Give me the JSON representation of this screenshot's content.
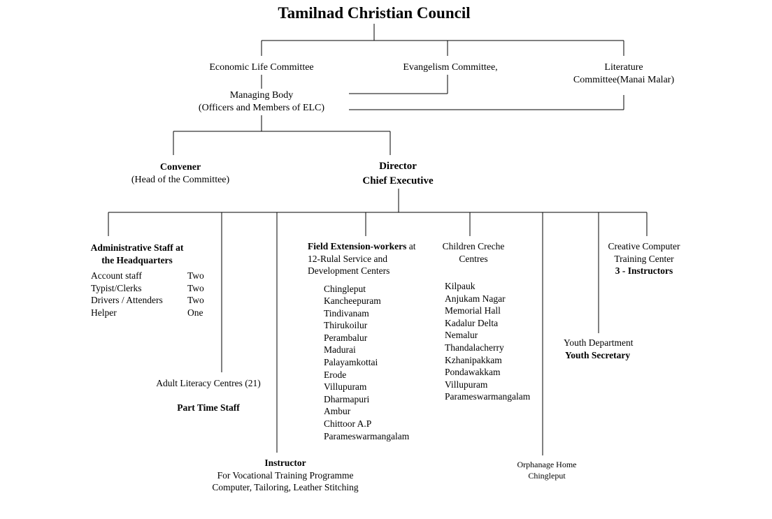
{
  "title": "Tamilnad Christian Council",
  "committees": {
    "economic": "Economic Life Committee",
    "evangelism": "Evangelism Committee,",
    "literature": [
      "Literature",
      "Committee(Manai Malar)"
    ]
  },
  "managing_body": [
    "Managing Body",
    "(Officers and Members of ELC)"
  ],
  "convener": {
    "title": "Convener",
    "subtitle": "(Head of the Committee)"
  },
  "director": {
    "title": "Director",
    "subtitle": "Chief Executive"
  },
  "admin_staff": {
    "heading": [
      "Administrative Staff at",
      "the Headquarters"
    ],
    "rows": [
      {
        "role": "Account staff",
        "count": "Two"
      },
      {
        "role": "Typist/Clerks",
        "count": "Two"
      },
      {
        "role": "Drivers / Attenders",
        "count": "Two"
      },
      {
        "role": "Helper",
        "count": "One"
      }
    ]
  },
  "adult_literacy": {
    "title": "Adult Literacy Centres (21)",
    "subtitle": "Part Time Staff"
  },
  "instructor": {
    "title": "Instructor",
    "lines": [
      "For Vocational Training Programme",
      "Computer, Tailoring, Leather Stitching"
    ]
  },
  "field_extension": {
    "heading_bold": "Field Extension-workers",
    "heading_rest": " at",
    "heading_lines": [
      "12-Rulal Service and",
      "Development Centers"
    ],
    "centers": [
      "Chingleput",
      "Kancheepuram",
      "Tindivanam",
      "Thirukoilur",
      "Perambalur",
      "Madurai",
      "Palayamkottai",
      "Erode",
      "Villupuram",
      "Dharmapuri",
      "Ambur",
      "Chittoor A.P",
      "Parameswarmangalam"
    ]
  },
  "creche": {
    "heading": [
      "Children Creche",
      "Centres"
    ],
    "centres": [
      "Kilpauk",
      "Anjukam Nagar",
      "Memorial Hall",
      "Kadalur Delta",
      "Nemalur",
      "Thandalacherry",
      "Kzhanipakkam",
      "Pondawakkam",
      "Villupuram",
      "Parameswarmangalam"
    ]
  },
  "orphanage": [
    "Orphanage Home",
    "Chingleput"
  ],
  "youth": {
    "title": "Youth Department",
    "subtitle": "Youth Secretary"
  },
  "computer_center": {
    "lines": [
      "Creative Computer",
      "Training Center"
    ],
    "instructors": "3 - Instructors"
  }
}
